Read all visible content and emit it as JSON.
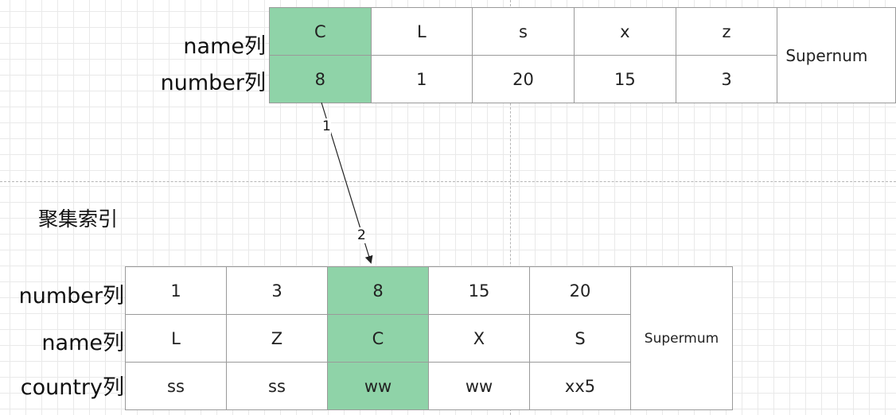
{
  "section_title": "聚集索引",
  "top_table": {
    "row_labels": [
      "name列",
      "number列"
    ],
    "names": [
      "C",
      "L",
      "s",
      "x",
      "z"
    ],
    "numbers": [
      "8",
      "1",
      "20",
      "15",
      "3"
    ],
    "supremum": "Supernum"
  },
  "bottom_table": {
    "row_labels": [
      "number列",
      "name列",
      "country列"
    ],
    "numbers": [
      "1",
      "3",
      "8",
      "15",
      "20"
    ],
    "names": [
      "L",
      "Z",
      "C",
      "X",
      "S"
    ],
    "countries": [
      "ss",
      "ss",
      "ww",
      "ww",
      "xx5"
    ],
    "supremum": "Supermum"
  },
  "highlight_color": "#8fd3a8",
  "edge": {
    "label_start": "1",
    "label_end": "2"
  }
}
